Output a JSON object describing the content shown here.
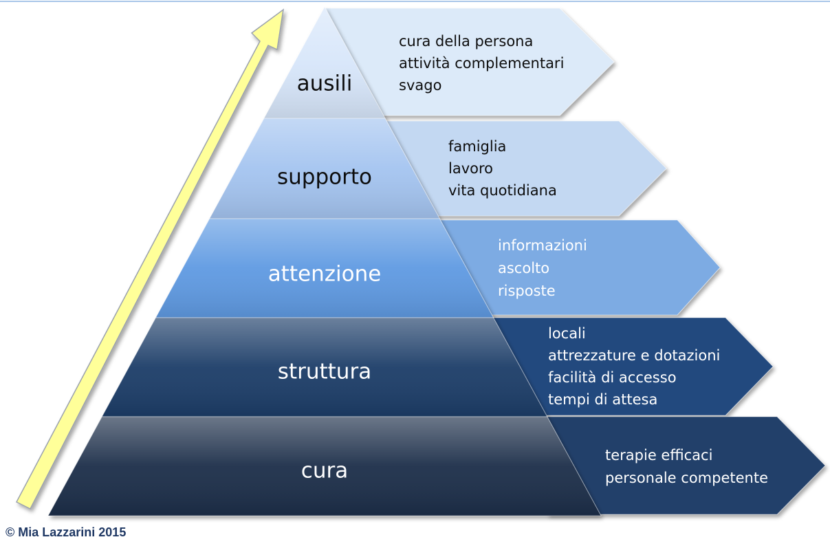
{
  "levels": [
    {
      "title": "ausili",
      "items": [
        "cura della persona",
        "attività complementari",
        "svago"
      ]
    },
    {
      "title": "supporto",
      "items": [
        "famiglia",
        "lavoro",
        "vita quotidiana"
      ]
    },
    {
      "title": "attenzione",
      "items": [
        "informazioni",
        "ascolto",
        "risposte"
      ]
    },
    {
      "title": "struttura",
      "items": [
        "locali",
        "attrezzature e dotazioni",
        "facilità di accesso",
        "tempi di attesa"
      ]
    },
    {
      "title": "cura",
      "items": [
        "terapie efficaci",
        "personale competente"
      ]
    }
  ],
  "copyright": "© Mia Lazzarini 2015",
  "colors": {
    "top_line": "#a9c6e8",
    "arrow_fill": "#ffff99",
    "arrow_stroke": "#9aa1ad",
    "level_fills": [
      "#d7e6fa",
      "#a4c4f0",
      "#5f9ae2",
      "#1f3d68",
      "#1a2d4a"
    ],
    "banner_fills": [
      "#dceaf9",
      "#c3d8f2",
      "#7dabe3",
      "#244a7e",
      "#23406a"
    ],
    "title_colors": [
      "#0d0d0d",
      "#0d0d0d",
      "#ffffff",
      "#ffffff",
      "#ffffff"
    ],
    "item_colors": [
      "#0d0d0d",
      "#0d0d0d",
      "#ffffff",
      "#ffffff",
      "#ffffff"
    ]
  }
}
